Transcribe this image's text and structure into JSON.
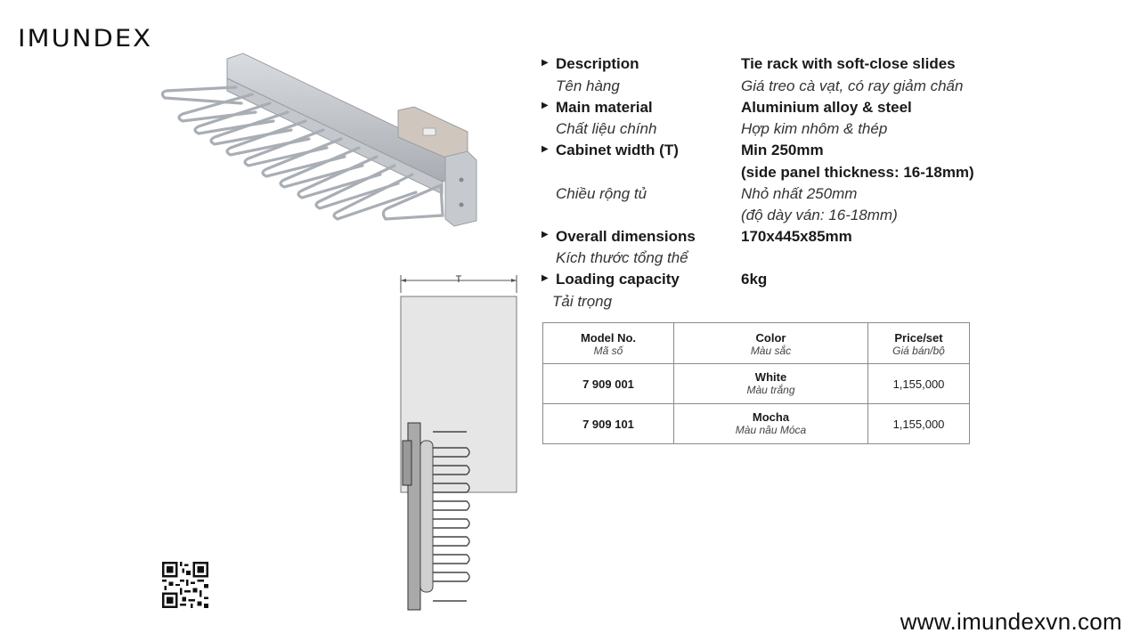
{
  "brand": {
    "logo": "IMUNDEX"
  },
  "drawing": {
    "dim_label": "T"
  },
  "specs": [
    {
      "label": "Description",
      "label_vi": "Tên hàng",
      "value": "Tie rack with soft-close slides",
      "value_vi": "Giá treo cà vạt, có ray giảm chấn"
    },
    {
      "label": "Main material",
      "label_vi": "Chất liệu chính",
      "value": "Aluminium alloy & steel",
      "value_vi": "Hợp kim nhôm & thép"
    },
    {
      "label": "Cabinet width (T)",
      "value": "Min 250mm",
      "value2": "(side panel thickness: 16-18mm)",
      "label_vi": "Chiều rộng tủ",
      "value_vi": "Nhỏ nhất 250mm",
      "value_vi2": "(độ dày ván: 16-18mm)"
    },
    {
      "label": "Overall dimensions",
      "label_vi": "Kích thước tổng thể",
      "value": "170x445x85mm"
    },
    {
      "label": "Loading capacity",
      "label_vi": "Tải trọng",
      "value": "6kg"
    }
  ],
  "table": {
    "headers": [
      {
        "en": "Model No.",
        "vi": "Mã số"
      },
      {
        "en": "Color",
        "vi": "Màu sắc"
      },
      {
        "en": "Price/set",
        "vi": "Giá bán/bộ"
      }
    ],
    "rows": [
      {
        "model": "7 909 001",
        "color": "White",
        "color_vi": "Màu trắng",
        "price": "1,155,000"
      },
      {
        "model": "7 909 101",
        "color": "Mocha",
        "color_vi": "Màu nâu Móca",
        "price": "1,155,000"
      }
    ]
  },
  "footer": {
    "website": "www.imundexvn.com"
  },
  "icons": {
    "bullet": "triangle-right-icon",
    "qr": "qr-code-icon"
  },
  "colors": {
    "product_metal": "#b9bdc3",
    "drawing_gray": "#e6e6e6",
    "table_border": "#8a8a8a"
  }
}
